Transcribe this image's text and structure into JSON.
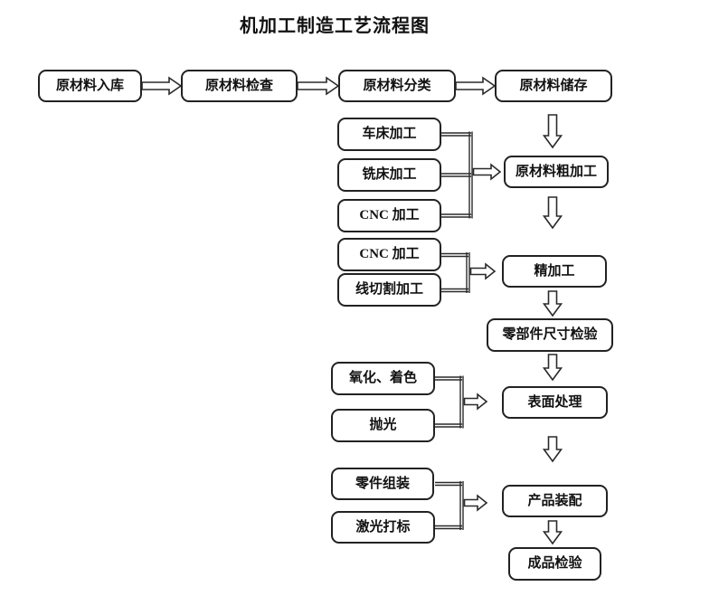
{
  "title": "机加工制造工艺流程图",
  "colors": {
    "background": "#ffffff",
    "line": "#2a2a2a",
    "text": "#111111",
    "node_fill": "#ffffff"
  },
  "nodes": [
    {
      "id": "raw-inbound",
      "label": "原材料入库"
    },
    {
      "id": "raw-inspection",
      "label": "原材料检查"
    },
    {
      "id": "raw-classification",
      "label": "原材料分类"
    },
    {
      "id": "raw-storage",
      "label": "原材料储存"
    },
    {
      "id": "lathe",
      "label": "车床加工"
    },
    {
      "id": "milling",
      "label": "铣床加工"
    },
    {
      "id": "cnc-rough",
      "label": "CNC 加工"
    },
    {
      "id": "rough-machining",
      "label": "原材料粗加工"
    },
    {
      "id": "cnc-finish",
      "label": "CNC 加工"
    },
    {
      "id": "wire-cutting",
      "label": "线切割加工"
    },
    {
      "id": "finish-machining",
      "label": "精加工"
    },
    {
      "id": "dimension-inspection",
      "label": "零部件尺寸检验"
    },
    {
      "id": "oxidation-coloring",
      "label": "氧化、着色"
    },
    {
      "id": "polishing",
      "label": "抛光"
    },
    {
      "id": "surface-treatment",
      "label": "表面处理"
    },
    {
      "id": "parts-assembly",
      "label": "零件组装"
    },
    {
      "id": "laser-marking",
      "label": "激光打标"
    },
    {
      "id": "product-assembly",
      "label": "产品装配"
    },
    {
      "id": "finished-inspection",
      "label": "成品检验"
    }
  ],
  "edges": [
    {
      "from": "raw-inbound",
      "to": "raw-inspection"
    },
    {
      "from": "raw-inspection",
      "to": "raw-classification"
    },
    {
      "from": "raw-classification",
      "to": "raw-storage"
    },
    {
      "from": "raw-storage",
      "to": "rough-machining"
    },
    {
      "from": "lathe",
      "to": "rough-machining"
    },
    {
      "from": "milling",
      "to": "rough-machining"
    },
    {
      "from": "cnc-rough",
      "to": "rough-machining"
    },
    {
      "from": "rough-machining",
      "to": "finish-machining"
    },
    {
      "from": "cnc-finish",
      "to": "finish-machining"
    },
    {
      "from": "wire-cutting",
      "to": "finish-machining"
    },
    {
      "from": "finish-machining",
      "to": "dimension-inspection"
    },
    {
      "from": "dimension-inspection",
      "to": "surface-treatment"
    },
    {
      "from": "oxidation-coloring",
      "to": "surface-treatment"
    },
    {
      "from": "polishing",
      "to": "surface-treatment"
    },
    {
      "from": "surface-treatment",
      "to": "product-assembly"
    },
    {
      "from": "parts-assembly",
      "to": "product-assembly"
    },
    {
      "from": "laser-marking",
      "to": "product-assembly"
    },
    {
      "from": "product-assembly",
      "to": "finished-inspection"
    }
  ]
}
